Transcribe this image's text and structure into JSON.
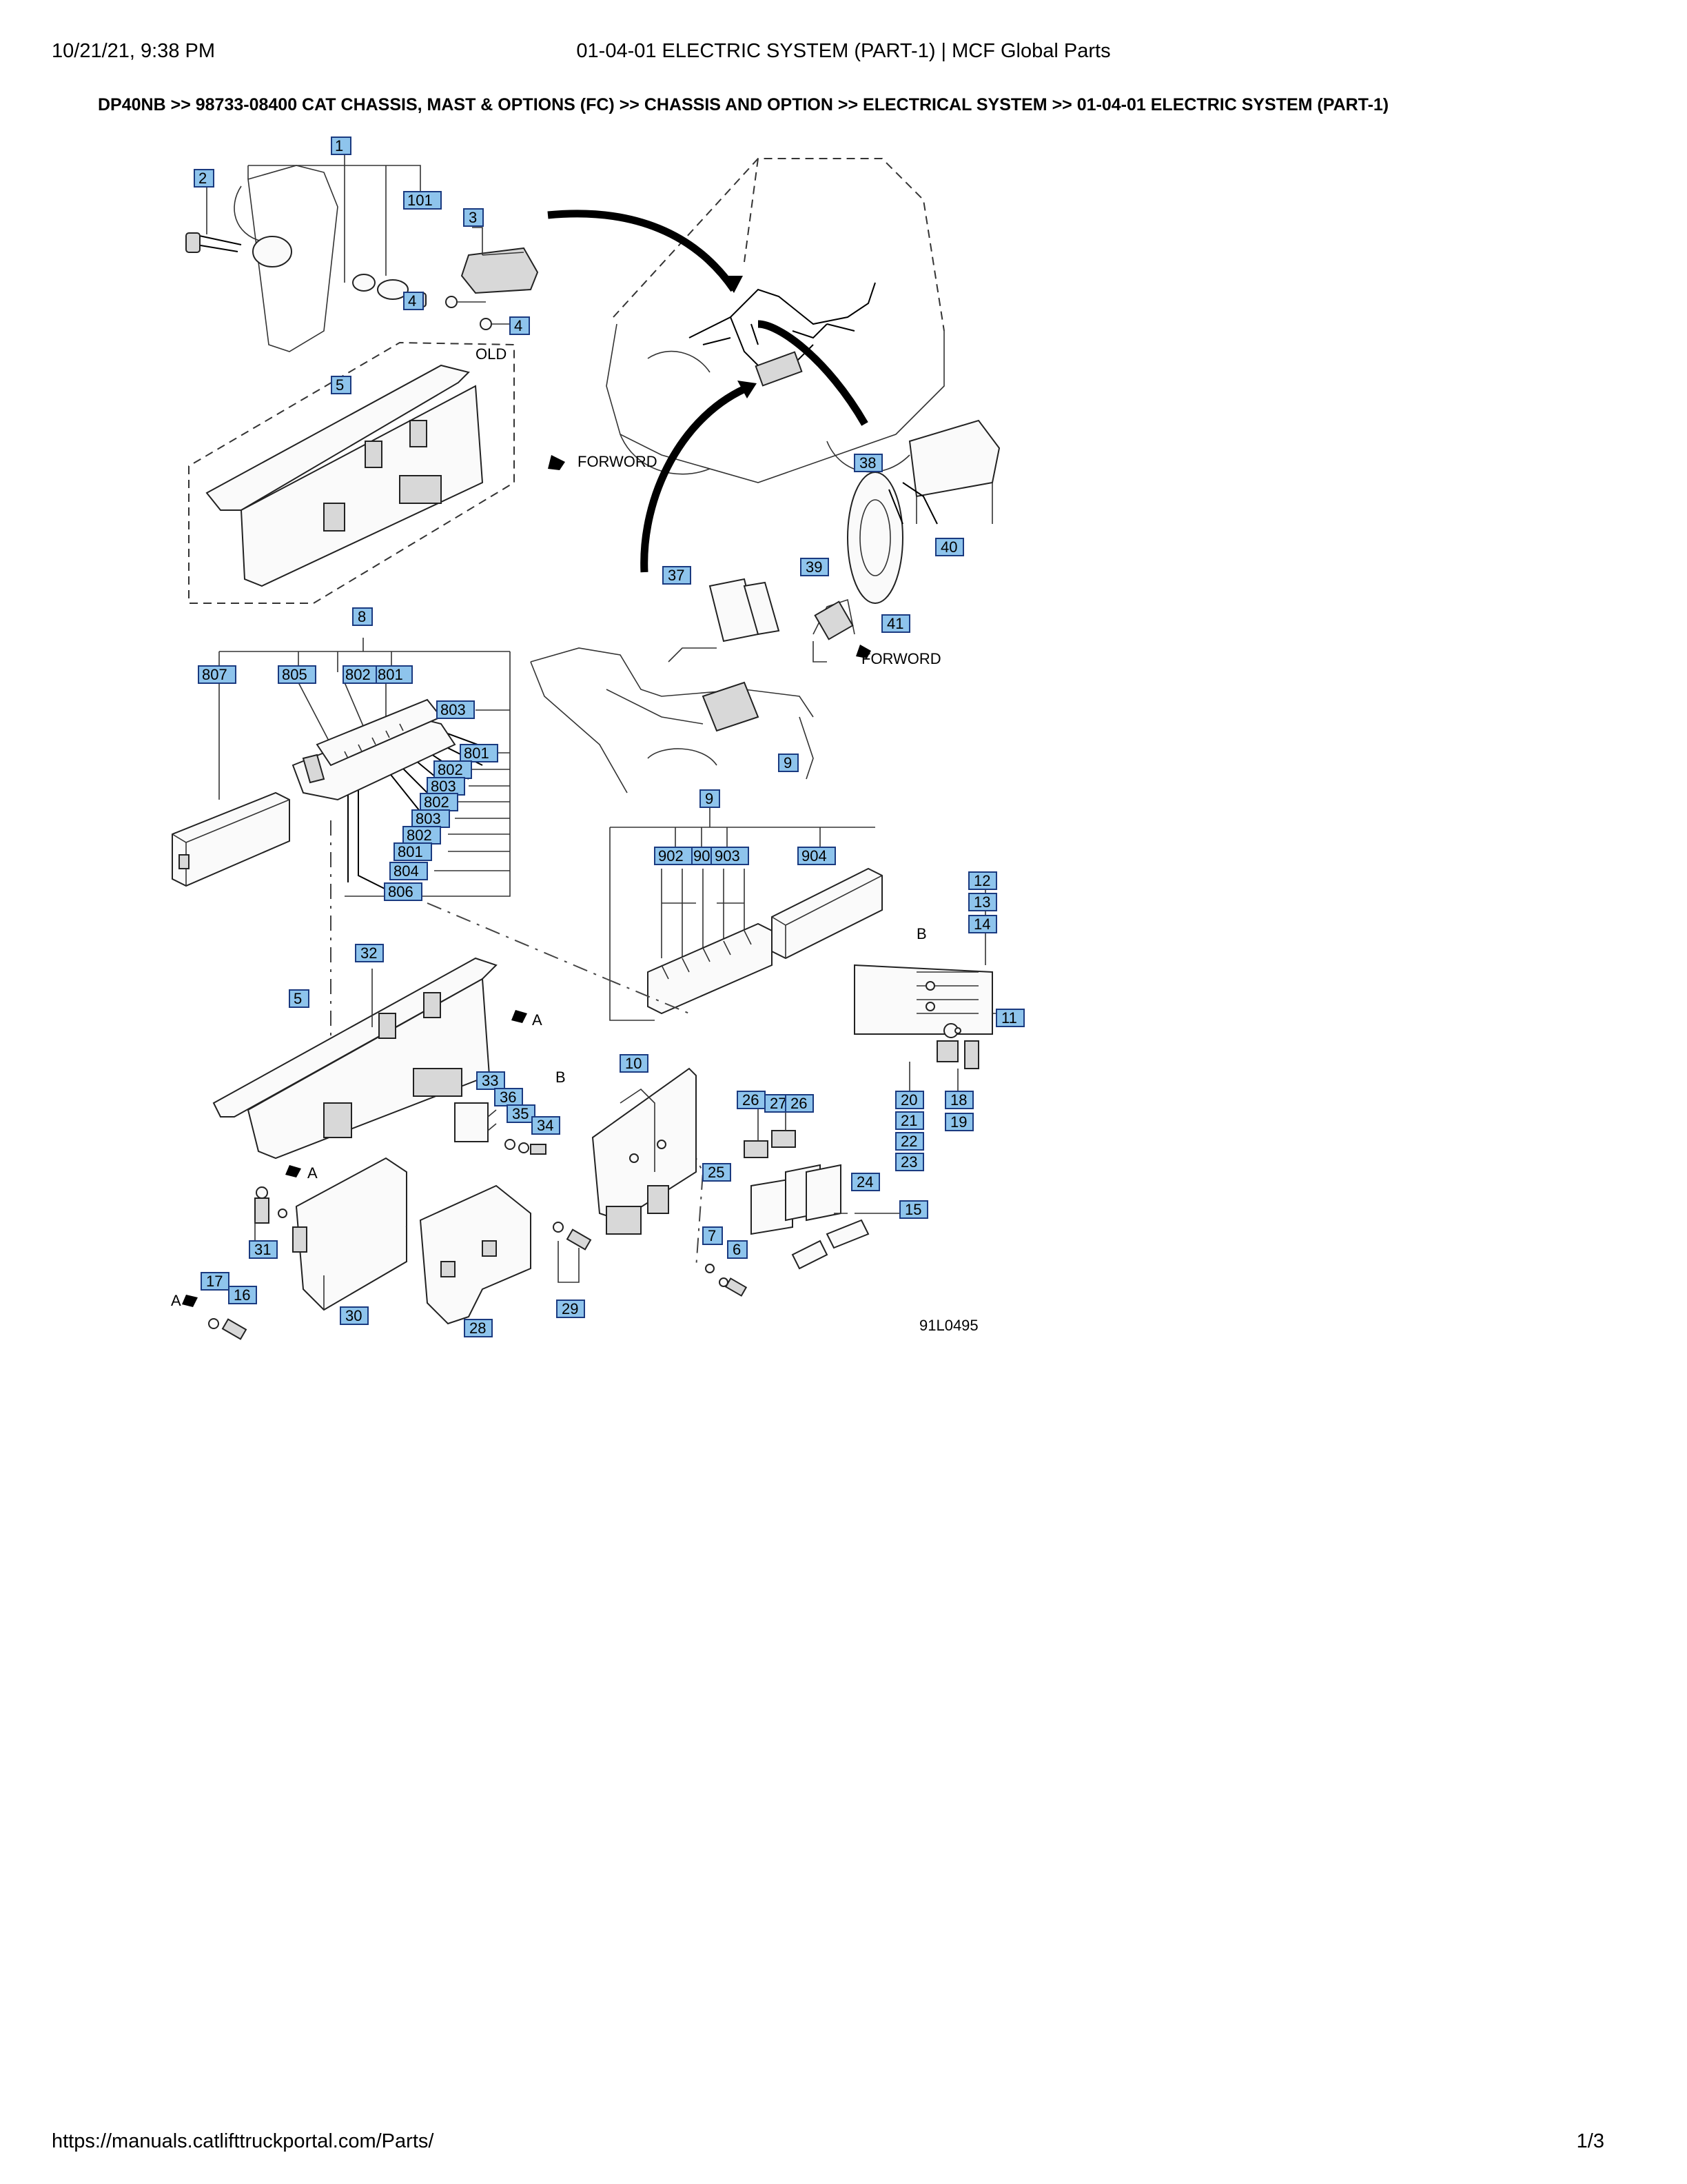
{
  "header": {
    "datetime": "10/21/21, 9:38 PM",
    "page_title": "01-04-01 ELECTRIC SYSTEM (PART-1) | MCF Global Parts"
  },
  "breadcrumb": "DP40NB >> 98733-08400 CAT CHASSIS, MAST & OPTIONS (FC) >> CHASSIS AND OPTION >> ELECTRICAL SYSTEM >> 01-04-01 ELECTRIC SYSTEM (PART-1)",
  "diagram": {
    "drawing_number": "91L0495",
    "labels": {
      "old": "OLD",
      "forward_1": "FORWORD",
      "forward_2": "FORWORD",
      "view_a_1": "A",
      "view_a_2": "A",
      "view_a_3": "A",
      "view_b_1": "B",
      "view_b_2": "B"
    },
    "callouts": [
      "1",
      "2",
      "101",
      "3",
      "4",
      "4",
      "5",
      "38",
      "40",
      "39",
      "41",
      "37",
      "9",
      "8",
      "807",
      "805",
      "802",
      "801",
      "803",
      "801",
      "802",
      "803",
      "802",
      "803",
      "802",
      "801",
      "804",
      "806",
      "9",
      "902",
      "90",
      "903",
      "904",
      "12",
      "13",
      "14",
      "11",
      "32",
      "5",
      "33",
      "36",
      "35",
      "34",
      "10",
      "26",
      "27",
      "26",
      "20",
      "21",
      "22",
      "23",
      "18",
      "19",
      "25",
      "24",
      "15",
      "7",
      "6",
      "31",
      "30",
      "28",
      "29",
      "17",
      "16"
    ],
    "accent_color": "#8ec4ec",
    "callout_border_color": "#1a3a80"
  },
  "footer": {
    "url": "https://manuals.catlifttruckportal.com/Parts/",
    "page_counter": "1/3"
  }
}
